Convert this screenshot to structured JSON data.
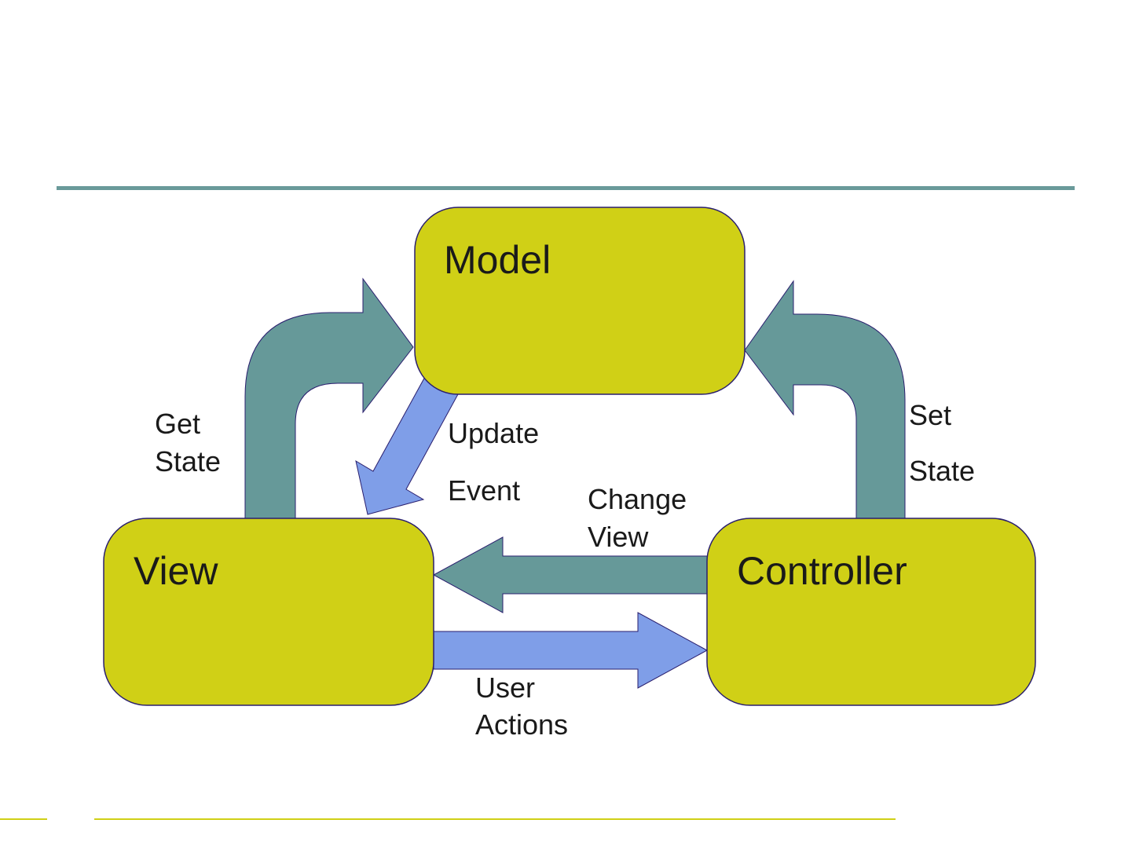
{
  "colors": {
    "box_fill": "#D0D016",
    "box_stroke": "#2A1F6E",
    "arrow_teal": "#669999",
    "arrow_blue": "#7F9EE8",
    "header_rule": "#6A9A9A",
    "footer_rule": "#D0D016"
  },
  "nodes": {
    "model": {
      "label": "Model"
    },
    "view": {
      "label": "View"
    },
    "controller": {
      "label": "Controller"
    }
  },
  "edges": {
    "get_state": {
      "line1": "Get",
      "line2": "State"
    },
    "set_state": {
      "line1": "Set",
      "line2": "State"
    },
    "update_event": {
      "line1": "Update",
      "line2": "Event"
    },
    "change_view": {
      "line1": "Change",
      "line2": "View"
    },
    "user_actions": {
      "line1": "User",
      "line2": "Actions"
    }
  }
}
